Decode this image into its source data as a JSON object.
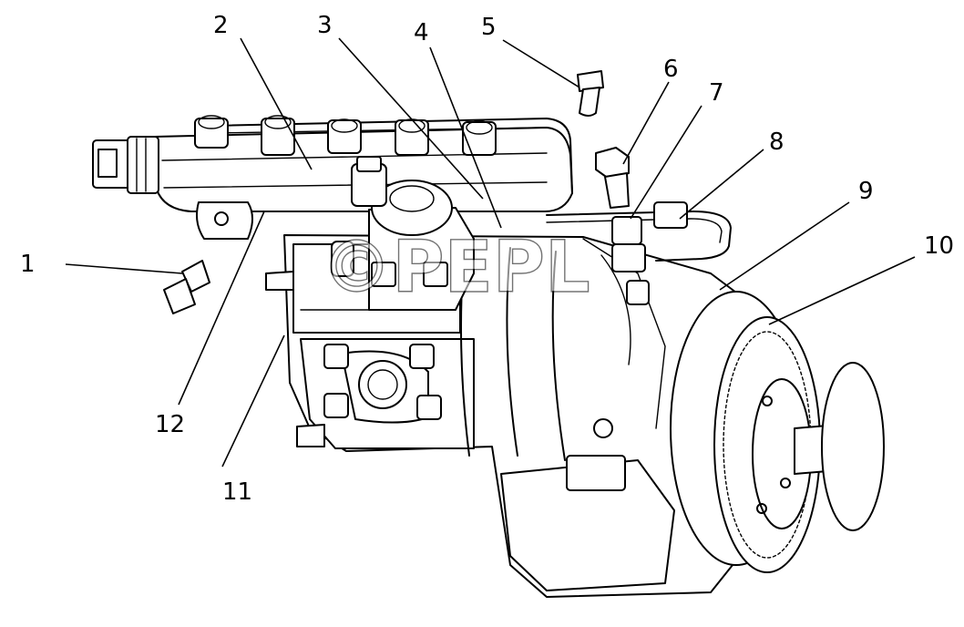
{
  "watermark": "©PEPL",
  "callouts": [
    {
      "id": "1",
      "label": "1"
    },
    {
      "id": "2",
      "label": "2"
    },
    {
      "id": "3",
      "label": "3"
    },
    {
      "id": "4",
      "label": "4"
    },
    {
      "id": "5",
      "label": "5"
    },
    {
      "id": "6",
      "label": "6"
    },
    {
      "id": "7",
      "label": "7"
    },
    {
      "id": "8",
      "label": "8"
    },
    {
      "id": "9",
      "label": "9"
    },
    {
      "id": "10",
      "label": "10"
    },
    {
      "id": "11",
      "label": "11"
    },
    {
      "id": "12",
      "label": "12"
    }
  ]
}
